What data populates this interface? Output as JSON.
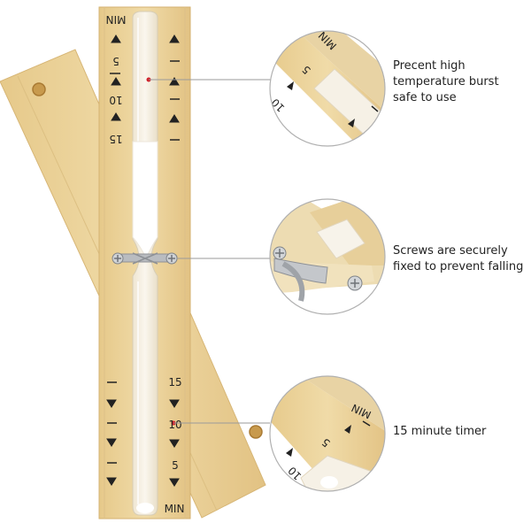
{
  "product": {
    "scale_labels_top": [
      "MIN",
      "5",
      "10",
      "15"
    ],
    "scale_labels_bottom": [
      "15",
      "10",
      "5",
      "MIN"
    ]
  },
  "callouts": [
    {
      "text": "Precent high temperature burst safe to use",
      "detail_labels": [
        "MIN",
        "5",
        "10"
      ]
    },
    {
      "text": "Screws are securely fixed to prevent falling"
    },
    {
      "text": "15 minute timer",
      "detail_labels": [
        "MIN",
        "5",
        "10"
      ]
    }
  ],
  "colors": {
    "wood": "#e9cf94",
    "wood_dark": "#d8b877",
    "sand": "#ffffff",
    "glass": "#f3ede0",
    "marker": "#d0202a",
    "metal": "#b9bcc0",
    "text": "#222222"
  }
}
